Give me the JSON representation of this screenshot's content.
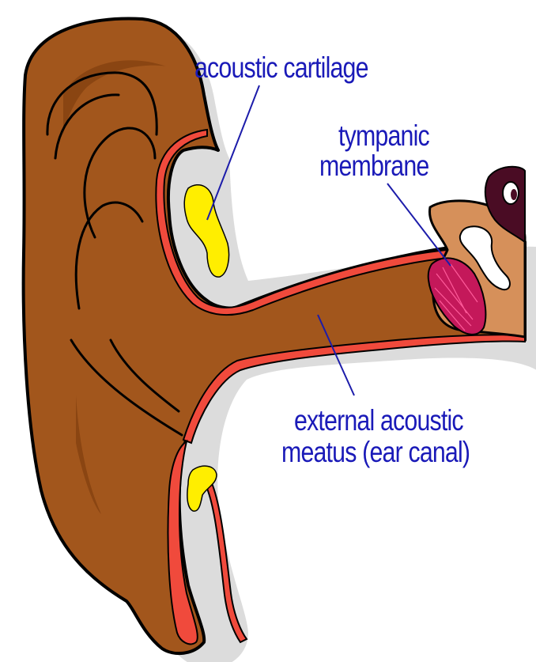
{
  "labels": {
    "acoustic_cartilage": "acoustic cartilage",
    "tympanic_line1": "tympanic",
    "tympanic_line2": "membrane",
    "meatus_line1": "external acoustic",
    "meatus_line2": "meatus (ear canal)"
  },
  "colors": {
    "skin": "#a2561c",
    "skin_shadow": "#8a4512",
    "canal_lining": "#f04a3c",
    "cartilage": "#ffee00",
    "membrane": "#c4185a",
    "middle_ear": "#d6905a",
    "ossicle_dark": "#4a0c24",
    "label_text": "#1a1ab8",
    "leader_line": "#1c1caa"
  }
}
